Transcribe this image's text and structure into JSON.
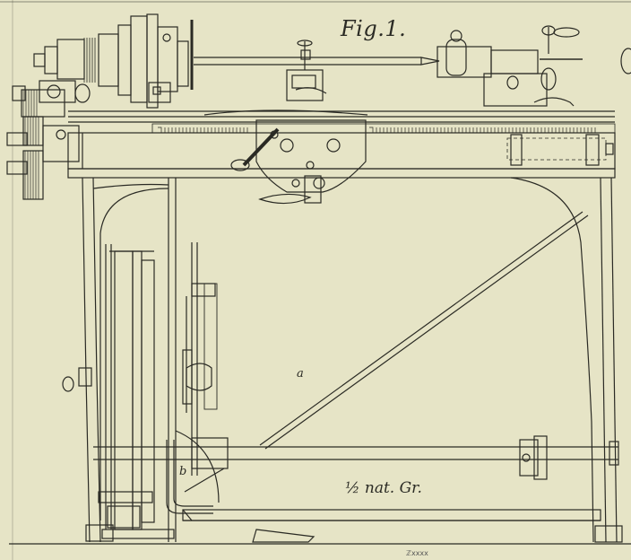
{
  "figure": {
    "title": "Fig.1.",
    "scale_note": "½ nat. Gr.",
    "part_label_a": "a",
    "part_label_b": "b",
    "footer_mark": "ℤxxxx"
  },
  "colors": {
    "paper": "#e6e4c6",
    "ink": "#2a2a24"
  }
}
